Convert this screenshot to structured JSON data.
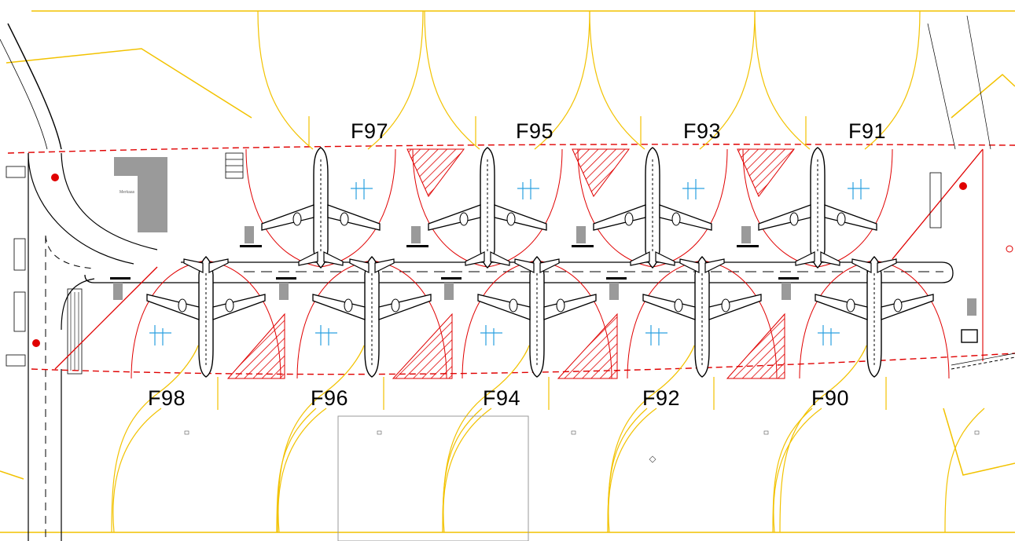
{
  "drawing": {
    "colors": {
      "background": "#ffffff",
      "taxi_centerline": "#f2c200",
      "safety_red": "#e00000",
      "aircraft": "#000000",
      "equipment": "#9a9a9a",
      "guidance_blue": "#2aa0e0",
      "lead_in_line": "#f2c200"
    },
    "building_label": "Merkaas",
    "top_stands": [
      {
        "id": "F97",
        "label": "F97"
      },
      {
        "id": "F95",
        "label": "F95"
      },
      {
        "id": "F93",
        "label": "F93"
      },
      {
        "id": "F91",
        "label": "F91"
      }
    ],
    "bottom_stands": [
      {
        "id": "F98",
        "label": "F98"
      },
      {
        "id": "F96",
        "label": "F96"
      },
      {
        "id": "F94",
        "label": "F94"
      },
      {
        "id": "F92",
        "label": "F92"
      },
      {
        "id": "F90",
        "label": "F90"
      }
    ]
  }
}
